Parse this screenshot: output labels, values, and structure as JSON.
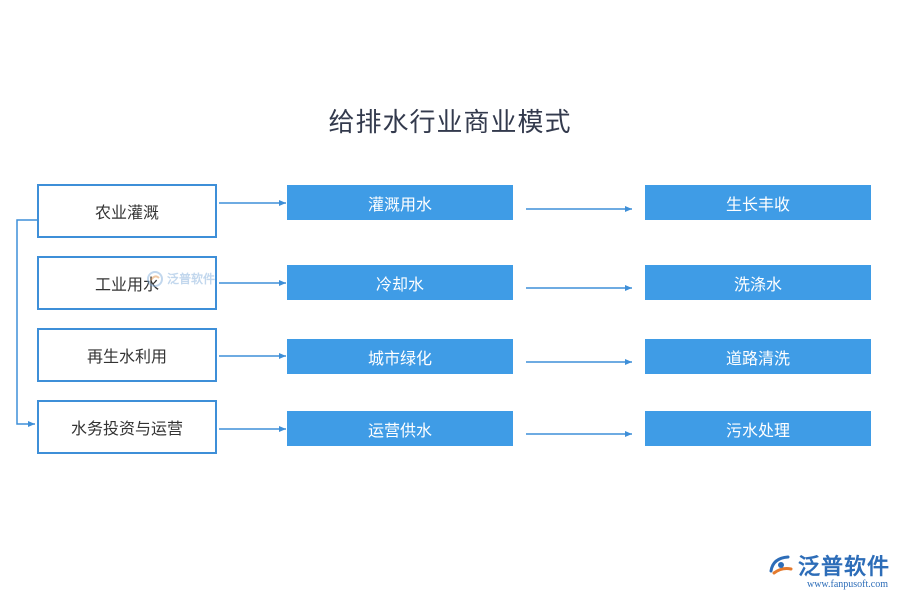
{
  "title": "给排水行业商业模式",
  "rows": [
    {
      "left": "农业灌溉",
      "middle": "灌溉用水",
      "right": "生长丰收"
    },
    {
      "left": "工业用水",
      "middle": "冷却水",
      "right": "洗涤水"
    },
    {
      "left": "再生水利用",
      "middle": "城市绿化",
      "right": "道路清洗"
    },
    {
      "left": "水务投资与运营",
      "middle": "运营供水",
      "right": "污水处理"
    }
  ],
  "watermark": {
    "text": "泛普软件"
  },
  "logo": {
    "text": "泛普软件",
    "url": "www.fanpusoft.com"
  },
  "colors": {
    "box_border": "#3e8fd8",
    "box_fill": "#3f9ce6",
    "arrow": "#3e8fd8"
  }
}
